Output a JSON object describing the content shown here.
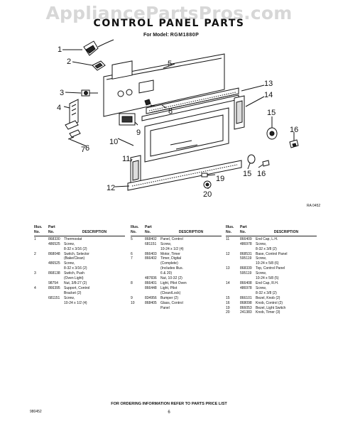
{
  "watermark": "AppliancePartsPros.com",
  "title": "CONTROL PANEL PARTS",
  "model_label": "For Model:",
  "model_value": "RGM1880P",
  "diagram_ref": "RA 0452",
  "callouts": [
    "1",
    "2",
    "3",
    "4",
    "5",
    "6",
    "7",
    "8",
    "9",
    "10",
    "11",
    "12",
    "13",
    "14",
    "15",
    "16",
    "15",
    "16",
    "19",
    "20"
  ],
  "headers": {
    "illus": [
      "Illus.",
      "No."
    ],
    "part": [
      "Part",
      "No."
    ],
    "desc": "DESCRIPTION"
  },
  "columns": [
    [
      {
        "illus": "1",
        "part": "868330",
        "desc": [
          "Thermostat"
        ]
      },
      {
        "illus": "",
        "part": "486525",
        "desc": [
          "Screw,",
          "8-32 x 3/16 (2)"
        ]
      },
      {
        "illus": "2",
        "part": "868048",
        "desc": [
          "Switch, Selector",
          "(Bake/Clean)"
        ]
      },
      {
        "illus": "",
        "part": "486525",
        "desc": [
          "Screw,",
          "8-32 x 3/16 (2)"
        ]
      },
      {
        "illus": "3",
        "part": "868138",
        "desc": [
          "Switch, Push",
          "(Oven Light)"
        ]
      },
      {
        "illus": "",
        "part": "98754",
        "desc": [
          "Nut, 3/8-27 (2)"
        ]
      },
      {
        "illus": "4",
        "part": "866395",
        "desc": [
          "Support, Control",
          "Bracket (2)"
        ]
      },
      {
        "illus": "",
        "part": "681151",
        "desc": [
          "Screw,",
          "10-24 x 1/2 (4)"
        ]
      }
    ],
    [
      {
        "illus": "5",
        "part": "868402",
        "desc": [
          "Panel, Control"
        ]
      },
      {
        "illus": "",
        "part": "681151",
        "desc": [
          "Screw,",
          "10-24 x 1/2 (4)"
        ]
      },
      {
        "illus": "6",
        "part": "866403",
        "desc": [
          "Motor, Timer"
        ]
      },
      {
        "illus": "7",
        "part": "866402",
        "desc": [
          "Timer, Digital",
          "(Complete)",
          "(Includes Illus.",
          "6 & 20)"
        ]
      },
      {
        "illus": "",
        "part": "487836",
        "desc": [
          "Nut, 10-32 (2)"
        ]
      },
      {
        "illus": "8",
        "part": "866401",
        "desc": [
          "Light, Pilot Oven"
        ]
      },
      {
        "illus": "",
        "part": "866448",
        "desc": [
          "Light, Pilot",
          "(Clean/Lock)"
        ]
      },
      {
        "illus": "9",
        "part": "834956",
        "desc": [
          "Bumper (2)"
        ]
      },
      {
        "illus": "10",
        "part": "868405",
        "desc": [
          "Glass, Control",
          "Panel"
        ]
      }
    ],
    [
      {
        "illus": "11",
        "part": "866409",
        "desc": [
          "End Cap, L.H."
        ]
      },
      {
        "illus": "",
        "part": "486978",
        "desc": [
          "Screw,",
          "8-32 x 3/8 (2)"
        ]
      },
      {
        "illus": "12",
        "part": "868531",
        "desc": [
          "Base, Control Panel"
        ]
      },
      {
        "illus": "",
        "part": "595119",
        "desc": [
          "Screw,",
          "10-24 x 5/8 (6)"
        ]
      },
      {
        "illus": "13",
        "part": "868339",
        "desc": [
          "Top, Control Panel"
        ]
      },
      {
        "illus": "",
        "part": "595119",
        "desc": [
          "Screw,",
          "10-24 x 5/8 (5)"
        ]
      },
      {
        "illus": "14",
        "part": "866408",
        "desc": [
          "End Cap, R.H."
        ]
      },
      {
        "illus": "",
        "part": "486978",
        "desc": [
          "Screw,",
          "8-32 x 3/8 (2)"
        ]
      },
      {
        "illus": "15",
        "part": "866101",
        "desc": [
          "Bezel, Knob (2)"
        ]
      },
      {
        "illus": "16",
        "part": "868098",
        "desc": [
          "Knob, Control (2)"
        ]
      },
      {
        "illus": "19",
        "part": "866053",
        "desc": [
          "Bezel, Light Switch"
        ]
      },
      {
        "illus": "20",
        "part": "241383",
        "desc": [
          "Knob, Timer (3)"
        ]
      }
    ]
  ],
  "footer": "FOR ORDERING INFORMATION REFER TO PARTS PRICE LIST",
  "doc_code": "980452",
  "page_number": "6"
}
